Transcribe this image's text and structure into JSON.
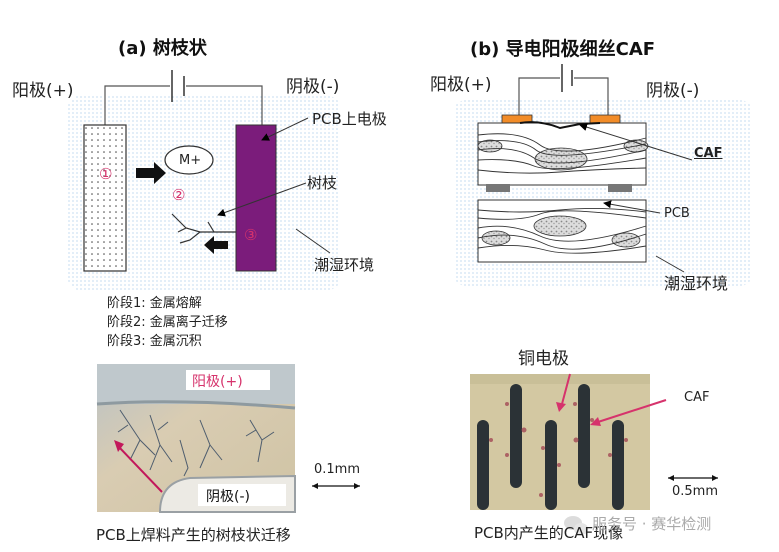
{
  "left": {
    "title": "(a) 树枝状",
    "anode": "阳极(+)",
    "cathode": "阴极(-)",
    "pcb_electrode": "PCB上电极",
    "ion": "M+",
    "dendrite": "树枝",
    "humid": "潮湿环境",
    "markers": [
      "①",
      "②",
      "③"
    ],
    "stages": [
      "阶段1: 金属熔解",
      "阶段2: 金属离子迁移",
      "阶段3: 金属沉积"
    ],
    "photo_anode": "阳极(+)",
    "photo_cathode": "阴极(-)",
    "scale": "0.1mm",
    "caption": "PCB上焊料产生的树枝状迁移"
  },
  "right": {
    "title_part1": "(b) 导电",
    "title_bold": "阳极",
    "title_part2": "细丝CAF",
    "anode": "阳极(+)",
    "cathode": "阴极(-)",
    "caf": "CAF",
    "pcb": "PCB",
    "humid": "潮湿环境",
    "copper": "铜电极",
    "photo_caf": "CAF",
    "scale": "0.5mm",
    "caption": "PCB内产生的CAF现像"
  },
  "watermark": "服务号 · 赛华检测",
  "colors": {
    "accent_red": "#d6336c",
    "purple": "#7b1c7b",
    "orange": "#f28c28",
    "dot_blue": "#9cc3e6"
  }
}
